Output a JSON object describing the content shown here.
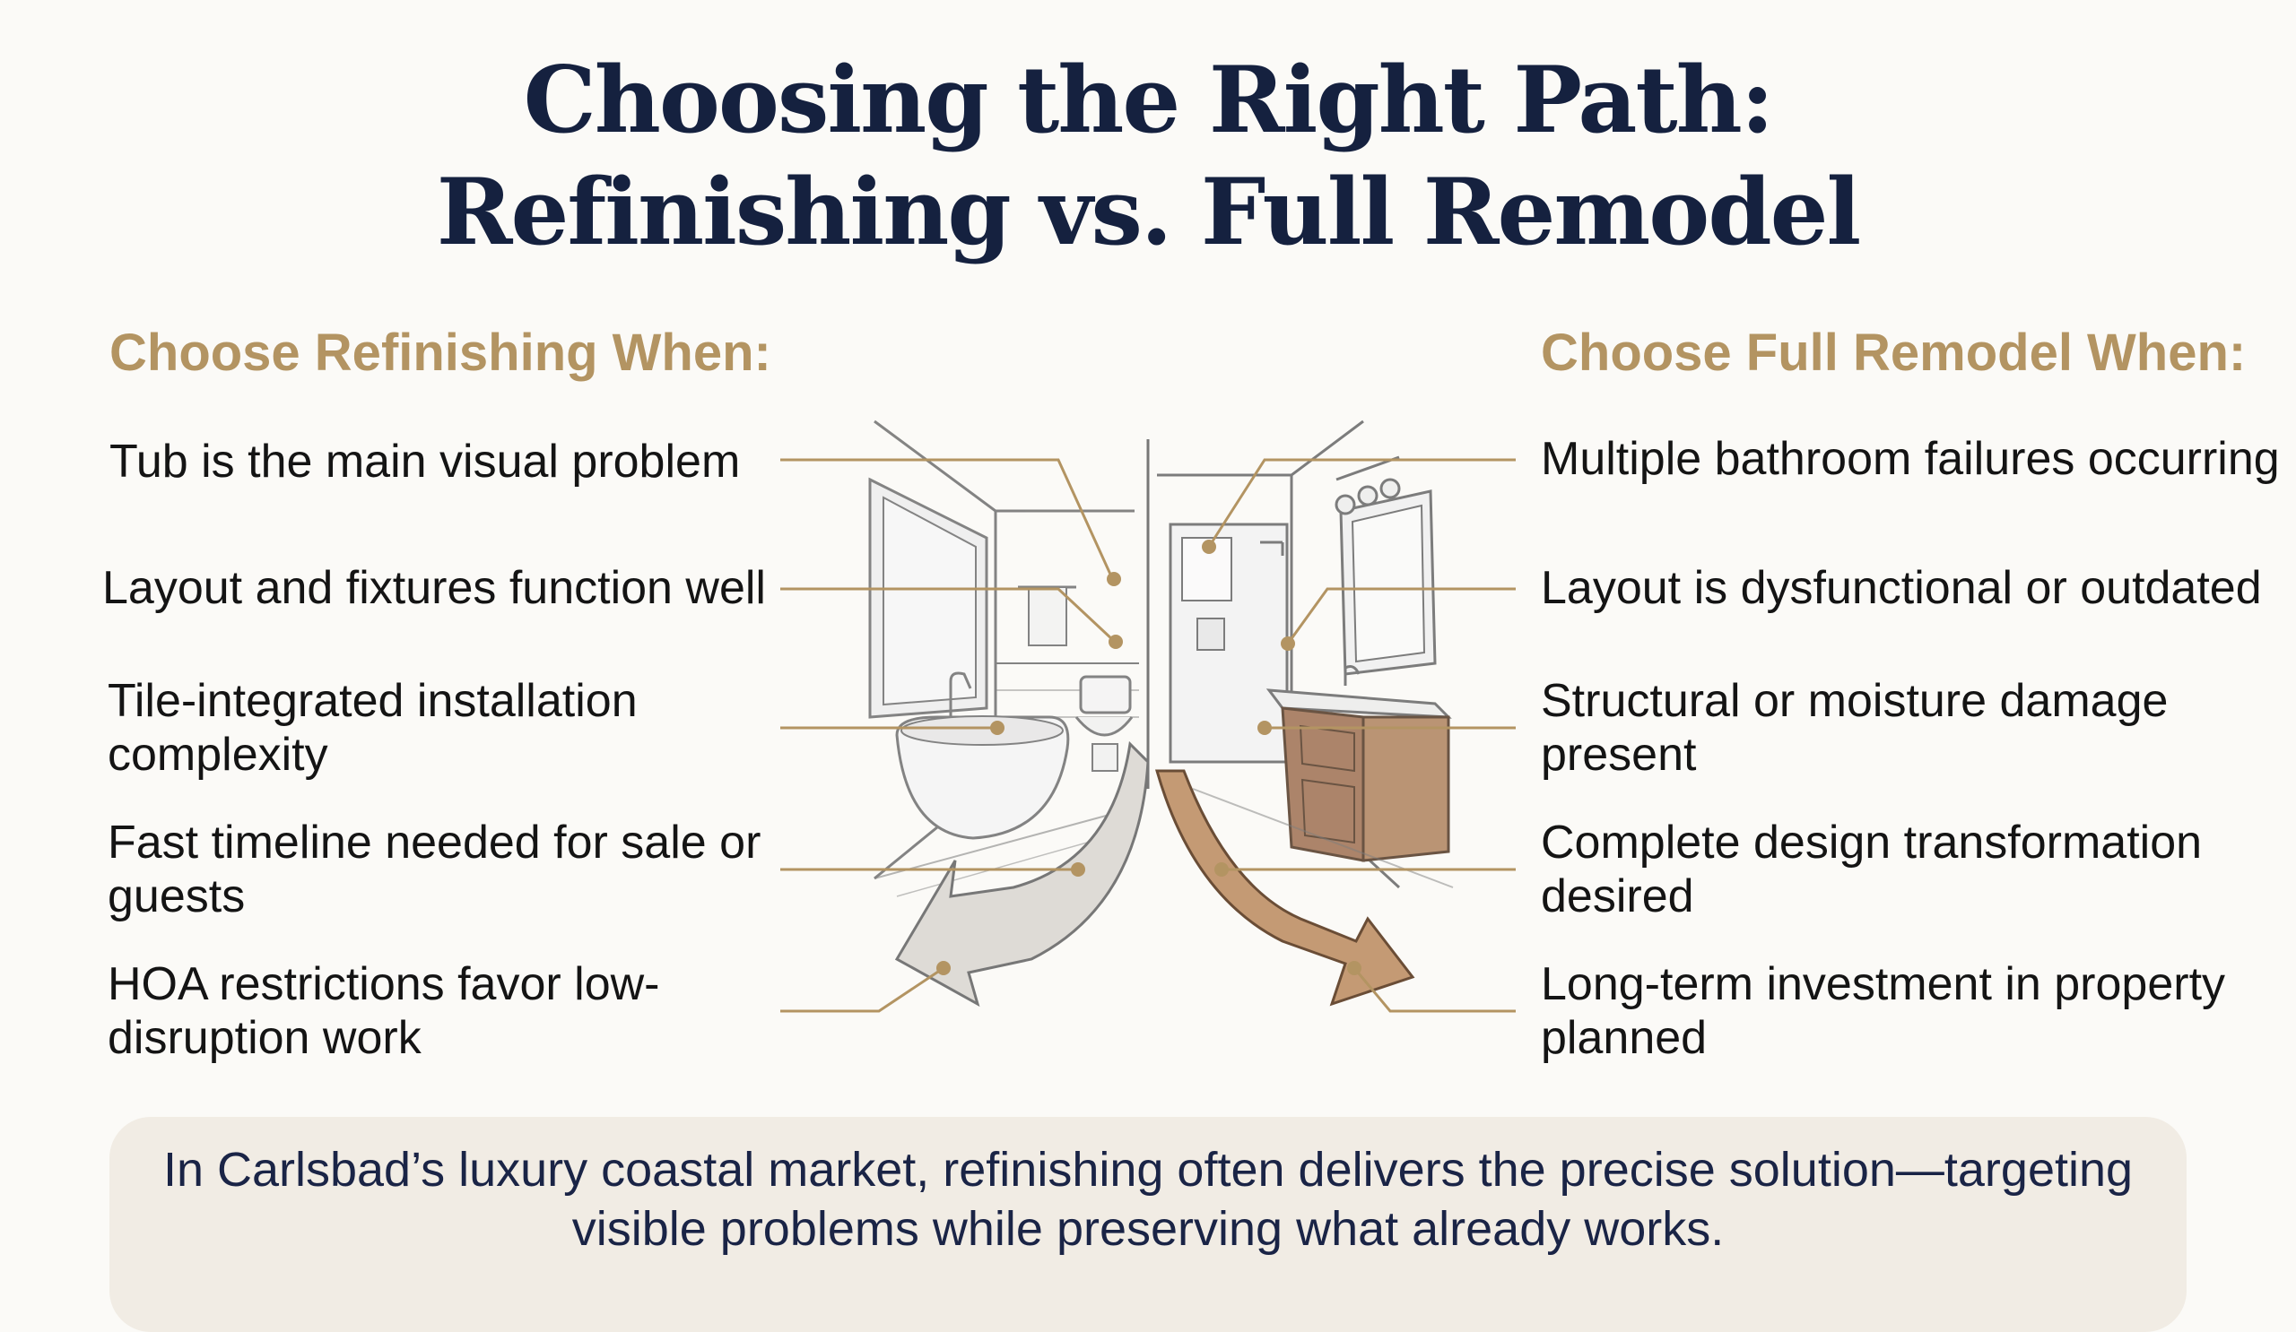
{
  "title": {
    "line1": "Choosing the Right Path:",
    "line2": "Refinishing vs. Full Remodel"
  },
  "left_column": {
    "heading": "Choose Refinishing When:",
    "items": [
      "Tub is the main visual problem",
      "Layout and fixtures function well",
      "Tile-integrated installation complexity",
      "Fast timeline needed for sale or guests",
      "HOA restrictions favor low-disruption work"
    ]
  },
  "right_column": {
    "heading": "Choose Full Remodel When:",
    "items": [
      "Multiple bathroom failures occurring",
      "Layout is dysfunctional or outdated",
      "Structural or moisture damage present",
      "Complete design transformation desired",
      "Long-term investment in property planned"
    ]
  },
  "callout": {
    "line1": "In Carlsbad’s luxury coastal market, refinishing often delivers the precise solution—targeting",
    "line2": "visible problems while preserving what already works."
  },
  "colors": {
    "title": "#15213f",
    "heading": "#b39462",
    "connector": "#b39462",
    "callout_bg": "#f1ece4",
    "remodel_arrow": "#b07e55"
  },
  "illustration": {
    "left_scene": "bathtub-bathroom-sketch",
    "right_scene": "shower-vanity-bathroom-sketch"
  }
}
